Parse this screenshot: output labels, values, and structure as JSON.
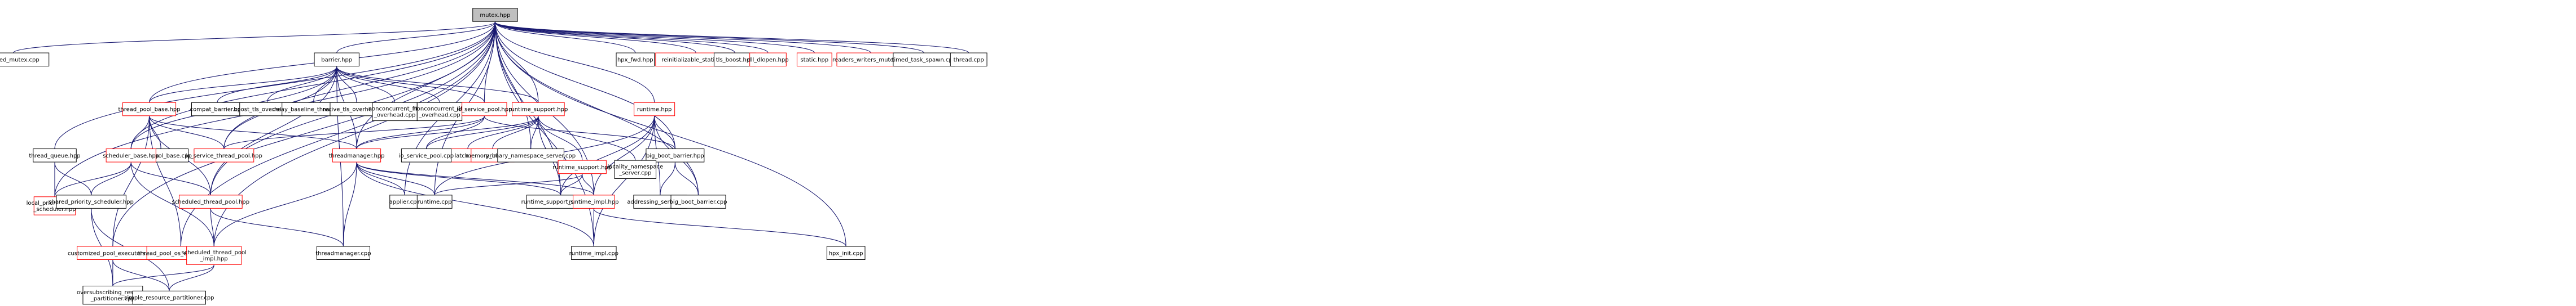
{
  "diagram": {
    "colors": {
      "edge": "#191970",
      "root_fill": "#bfbfbf",
      "node_fill": "#ffffff",
      "border_black": "#000000",
      "border_red": "#ff0000"
    },
    "nodes": [
      {
        "id": "root",
        "lines": [
          "mutex.hpp"
        ],
        "style": "root"
      },
      {
        "id": "shared_mutex",
        "lines": [
          "shared_mutex.cpp"
        ],
        "style": "black"
      },
      {
        "id": "barrier",
        "lines": [
          "barrier.hpp"
        ],
        "style": "black"
      },
      {
        "id": "hpx_fwd",
        "lines": [
          "hpx_fwd.hpp"
        ],
        "style": "black"
      },
      {
        "id": "reinit",
        "lines": [
          "reinitializable_static.hpp"
        ],
        "style": "red"
      },
      {
        "id": "tls_boost",
        "lines": [
          "tls_boost.hpp"
        ],
        "style": "black"
      },
      {
        "id": "dll_dlopen",
        "lines": [
          "dll_dlopen.hpp"
        ],
        "style": "red"
      },
      {
        "id": "static_h",
        "lines": [
          "static.hpp"
        ],
        "style": "red"
      },
      {
        "id": "rw_mutex",
        "lines": [
          "readers_writers_mutex.hpp"
        ],
        "style": "red"
      },
      {
        "id": "timed_task",
        "lines": [
          "timed_task_spawn.cpp"
        ],
        "style": "black"
      },
      {
        "id": "thread_cpp",
        "lines": [
          "thread.cpp"
        ],
        "style": "black"
      },
      {
        "id": "tpb_h",
        "lines": [
          "thread_pool_base.hpp"
        ],
        "style": "red"
      },
      {
        "id": "compat_barrier",
        "lines": [
          "compat_barrier.cpp"
        ],
        "style": "black"
      },
      {
        "id": "boost_tls",
        "lines": [
          "boost_tls_overhead.cpp"
        ],
        "style": "black"
      },
      {
        "id": "delay_baseline",
        "lines": [
          "delay_baseline_threaded.cpp"
        ],
        "style": "black"
      },
      {
        "id": "native_tls",
        "lines": [
          "native_tls_overhead.cpp"
        ],
        "style": "black"
      },
      {
        "id": "nonconc_fifo",
        "lines": [
          "nonconcurrent_fifo",
          "_overhead.cpp"
        ],
        "style": "black"
      },
      {
        "id": "nonconc_lifo",
        "lines": [
          "nonconcurrent_lifo",
          "_overhead.cpp"
        ],
        "style": "black"
      },
      {
        "id": "io_sp",
        "lines": [
          "io_service_pool.hpp"
        ],
        "style": "red"
      },
      {
        "id": "rt_support_h",
        "lines": [
          "runtime_support.hpp"
        ],
        "style": "red"
      },
      {
        "id": "runtime_h",
        "lines": [
          "runtime.hpp"
        ],
        "style": "red"
      },
      {
        "id": "thread_queue",
        "lines": [
          "thread_queue.hpp"
        ],
        "style": "black"
      },
      {
        "id": "tpb_cpp",
        "lines": [
          "thread_pool_base.cpp"
        ],
        "style": "black"
      },
      {
        "id": "io_sth",
        "lines": [
          "io_service_thread_pool.hpp"
        ],
        "style": "red"
      },
      {
        "id": "threadmgr_h",
        "lines": [
          "threadmanager.hpp"
        ],
        "style": "red"
      },
      {
        "id": "latch",
        "lines": [
          "latch.hpp"
        ],
        "style": "red"
      },
      {
        "id": "mem_block",
        "lines": [
          "memory_block.hpp"
        ],
        "style": "red"
      },
      {
        "id": "primary_ns",
        "lines": [
          "primary_namespace_server.cpp"
        ],
        "style": "black"
      },
      {
        "id": "big_boot_h",
        "lines": [
          "big_boot_barrier.hpp"
        ],
        "style": "black"
      },
      {
        "id": "sched_base",
        "lines": [
          "scheduler_base.hpp"
        ],
        "style": "red"
      },
      {
        "id": "io_sp_cpp",
        "lines": [
          "io_service_pool.cpp"
        ],
        "style": "black"
      },
      {
        "id": "rt_support2",
        "lines": [
          "runtime_support.hpp"
        ],
        "style": "red"
      },
      {
        "id": "locality_ns",
        "lines": [
          "locality_namespace",
          "_server.cpp"
        ],
        "style": "black"
      },
      {
        "id": "lpq",
        "lines": [
          "local_priority_queue",
          "_scheduler.hpp"
        ],
        "style": "red"
      },
      {
        "id": "sps",
        "lines": [
          "shared_priority_scheduler.hpp"
        ],
        "style": "black"
      },
      {
        "id": "stp_h",
        "lines": [
          "scheduled_thread_pool.hpp"
        ],
        "style": "red"
      },
      {
        "id": "applier",
        "lines": [
          "applier.cpp"
        ],
        "style": "black"
      },
      {
        "id": "runtime_cpp",
        "lines": [
          "runtime.cpp"
        ],
        "style": "black"
      },
      {
        "id": "rtss_cpp",
        "lines": [
          "runtime_support_server.cpp"
        ],
        "style": "black"
      },
      {
        "id": "rt_impl_h",
        "lines": [
          "runtime_impl.hpp"
        ],
        "style": "red"
      },
      {
        "id": "addr_svc",
        "lines": [
          "addressing_service.cpp"
        ],
        "style": "black"
      },
      {
        "id": "bbb_cpp",
        "lines": [
          "big_boot_barrier.cpp"
        ],
        "style": "black"
      },
      {
        "id": "cpe",
        "lines": [
          "customized_pool_executors.hpp"
        ],
        "style": "red"
      },
      {
        "id": "tpoe",
        "lines": [
          "thread_pool_os_executors.hpp"
        ],
        "style": "red"
      },
      {
        "id": "stpi",
        "lines": [
          "scheduled_thread_pool",
          "_impl.hpp"
        ],
        "style": "red"
      },
      {
        "id": "threadmgr_cpp",
        "lines": [
          "threadmanager.cpp"
        ],
        "style": "black"
      },
      {
        "id": "rt_impl_cpp",
        "lines": [
          "runtime_impl.cpp"
        ],
        "style": "black"
      },
      {
        "id": "hpx_init",
        "lines": [
          "hpx_init.cpp"
        ],
        "style": "black"
      },
      {
        "id": "oversub",
        "lines": [
          "oversubscribing_resource",
          "_partitioner.cpp"
        ],
        "style": "black"
      },
      {
        "id": "simple_rp",
        "lines": [
          "simple_resource_partitioner.cpp"
        ],
        "style": "black"
      }
    ]
  }
}
